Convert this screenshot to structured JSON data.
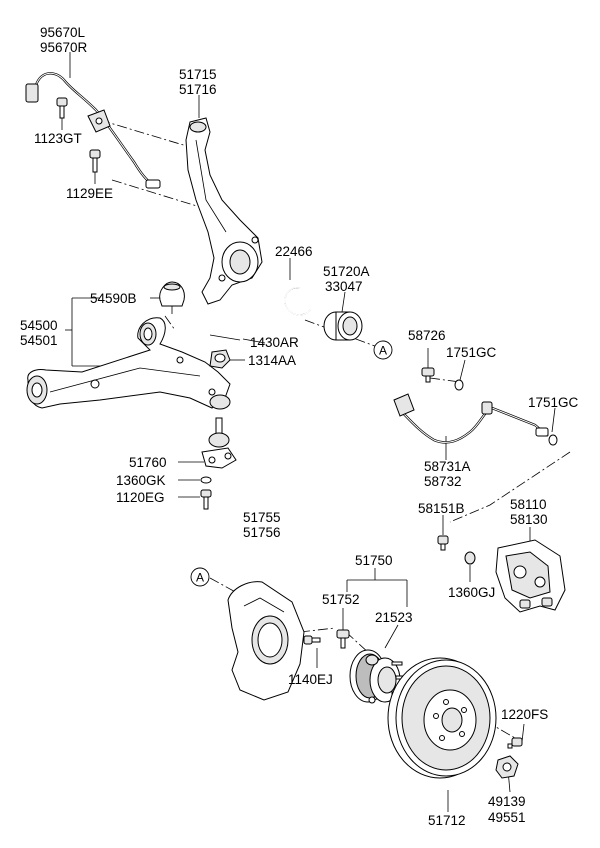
{
  "labels": {
    "l95670": [
      "95670L",
      "95670R"
    ],
    "l1123GT": "1123GT",
    "l1129EE": "1129EE",
    "l51715": [
      "51715",
      "51716"
    ],
    "l22466": "22466",
    "l51720A": [
      "51720A",
      "33047"
    ],
    "l54590B": "54590B",
    "l54500": [
      "54500",
      "54501"
    ],
    "l1430AR": "1430AR",
    "l1314AA": "1314AA",
    "l58726": "58726",
    "l1751GC_a": "1751GC",
    "l1751GC_b": "1751GC",
    "l58731A": [
      "58731A",
      "58732"
    ],
    "l51760": "51760",
    "l1360GK": "1360GK",
    "l1120EG": "1120EG",
    "l51755": [
      "51755",
      "51756"
    ],
    "l58151B": "58151B",
    "l58110": [
      "58110",
      "58130"
    ],
    "l51750": "51750",
    "l51752": "51752",
    "l21523": "21523",
    "l1360GJ": "1360GJ",
    "l1140EJ": "1140EJ",
    "l1220FS": "1220FS",
    "l51712": "51712",
    "l49139": [
      "49139",
      "49551"
    ]
  },
  "callouts": {
    "a_right": "A",
    "a_left": "A"
  }
}
